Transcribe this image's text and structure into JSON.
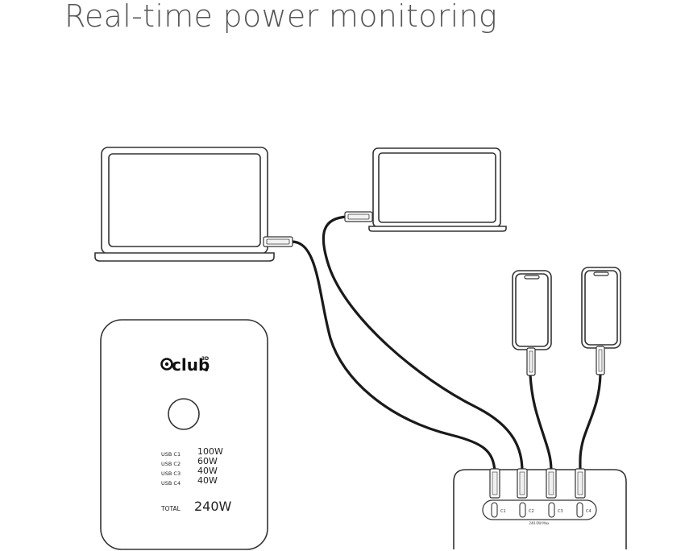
{
  "title": "Real-time power monitoring",
  "logo": {
    "text": "club",
    "superscript": "3D"
  },
  "readout": {
    "ports": [
      {
        "label": "USB C1",
        "value": "100W"
      },
      {
        "label": "USB C2",
        "value": "60W"
      },
      {
        "label": "USB C3",
        "value": "40W"
      },
      {
        "label": "USB C4",
        "value": "40W"
      }
    ],
    "total_label": "TOTAL",
    "total_value": "240W"
  },
  "hub": {
    "ports": [
      "C1",
      "C2",
      "C3",
      "C4"
    ],
    "caption": "240.0W Max"
  },
  "colors": {
    "line": "#333333",
    "cable": "#111111",
    "text": "#222222",
    "title": "#555555"
  }
}
